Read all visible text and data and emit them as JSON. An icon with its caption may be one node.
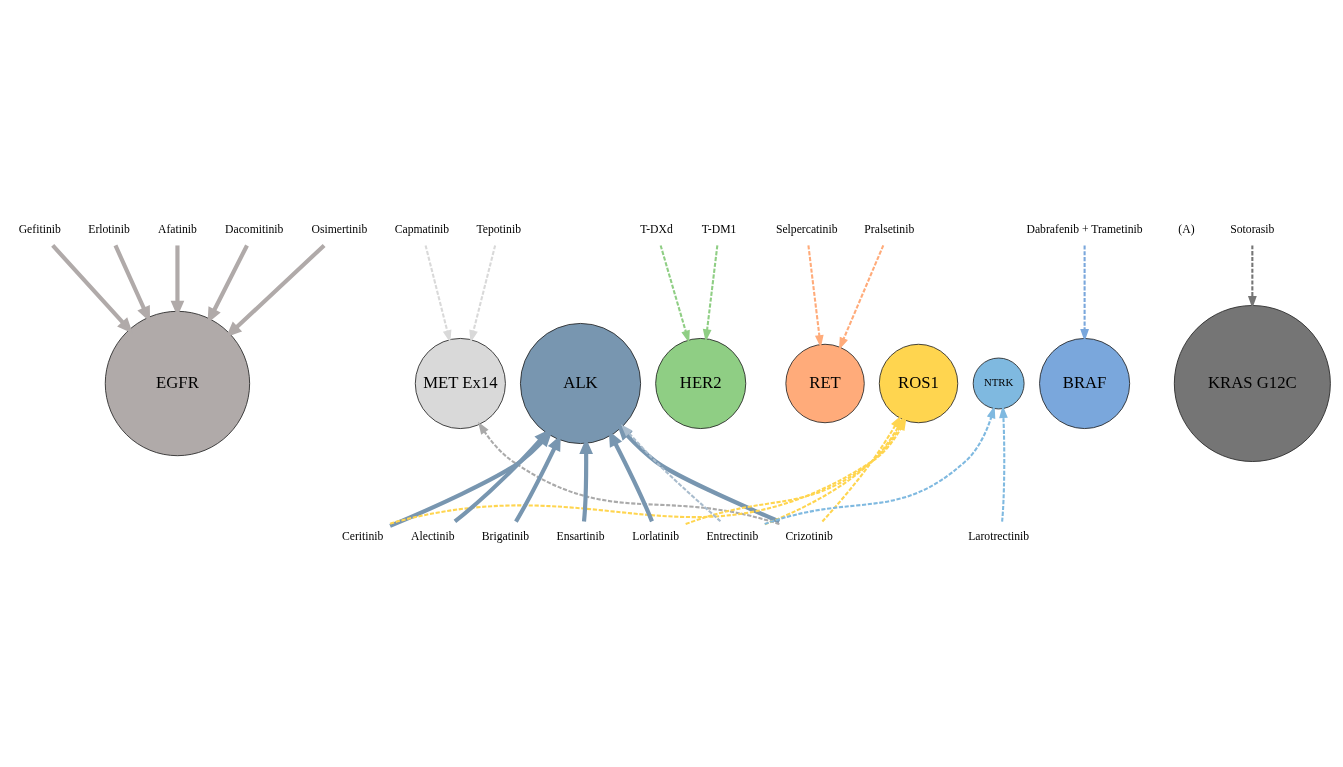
{
  "diagram": {
    "nodes": [
      {
        "text": [
          "Sotorasib"
        ]
      },
      {
        "text": [
          "Gefitinib"
        ]
      },
      {
        "text": [
          "Erlotinib"
        ]
      },
      {
        "text": [
          "Afatinib"
        ]
      },
      {
        "text": [
          "Dacomitinib"
        ]
      },
      {
        "text": [
          "Osimertinib"
        ]
      },
      {
        "text": [
          "Dabrafenib + Trametinib"
        ]
      },
      {
        "text": [
          "Capmatinib"
        ]
      },
      {
        "text": [
          "Tepotinib"
        ]
      },
      {
        "text": [
          "T-DXd"
        ]
      },
      {
        "text": [
          "T-DM1"
        ]
      },
      {
        "text": [
          "Selpercatinib"
        ]
      },
      {
        "text": [
          "Pralsetinib"
        ]
      },
      {
        "text": [
          "KRAS G12C"
        ]
      },
      {
        "text": [
          "EGFR"
        ]
      },
      {
        "text": [
          "ALK"
        ]
      },
      {
        "text": [
          "BRAF"
        ]
      },
      {
        "text": [
          "MET Ex14"
        ]
      },
      {
        "text": [
          "HER2"
        ]
      },
      {
        "text": [
          "ROS1"
        ]
      },
      {
        "text": [
          "RET"
        ]
      },
      {
        "text": [
          "NTRK"
        ]
      },
      {
        "text": [
          "Crizotinib"
        ]
      },
      {
        "text": [
          "Ceritinib"
        ]
      },
      {
        "text": [
          "Alectinib"
        ]
      },
      {
        "text": [
          "Brigatinib"
        ]
      },
      {
        "text": [
          "Ensartinib"
        ]
      },
      {
        "text": [
          "Lorlatinib"
        ]
      },
      {
        "text": [
          "Entrectinib"
        ]
      },
      {
        "text": [
          "Larotrectinib"
        ]
      }
    ],
    "edges": [
      {
        "from": 0,
        "to": 13,
        "arrow": "to",
        "style": "dashed",
        "color": "#757575"
      },
      {
        "from": 1,
        "to": 14,
        "arrow": "to",
        "style": "thick",
        "color": "#b0aaa9"
      },
      {
        "from": 2,
        "to": 14,
        "arrow": "to",
        "style": "thick",
        "color": "#b0aaa9"
      },
      {
        "from": 3,
        "to": 14,
        "arrow": "to",
        "style": "thick",
        "color": "#b0aaa9"
      },
      {
        "from": 4,
        "to": 14,
        "arrow": "to",
        "style": "thick",
        "color": "#b0aaa9"
      },
      {
        "from": 5,
        "to": 14,
        "arrow": "to",
        "style": "thick",
        "color": "#b0aaa9"
      },
      {
        "from": 6,
        "to": 16,
        "arrow": "to",
        "style": "dashed",
        "color": "#7aa7dc"
      },
      {
        "from": 7,
        "to": 17,
        "arrow": "to",
        "style": "dashed",
        "color": "#d9d9d9"
      },
      {
        "from": 8,
        "to": 17,
        "arrow": "to",
        "style": "dashed",
        "color": "#d9d9d9"
      },
      {
        "from": 9,
        "to": 18,
        "arrow": "to",
        "style": "dashed",
        "color": "#8fce84"
      },
      {
        "from": 10,
        "to": 18,
        "arrow": "to",
        "style": "dashed",
        "color": "#8fce84"
      },
      {
        "from": 11,
        "to": 20,
        "arrow": "to",
        "style": "dashed",
        "color": "#ffab7a"
      },
      {
        "from": 12,
        "to": 20,
        "arrow": "to",
        "style": "dashed",
        "color": "#ffab7a"
      },
      {
        "from": 22,
        "to": 15,
        "arrow": "to",
        "style": "thick",
        "color": "#7896b0"
      },
      {
        "from": 23,
        "to": 15,
        "arrow": "to",
        "style": "thick",
        "color": "#7896b0"
      },
      {
        "from": 24,
        "to": 15,
        "arrow": "to",
        "style": "thick",
        "color": "#7896b0"
      },
      {
        "from": 25,
        "to": 15,
        "arrow": "to",
        "style": "thick",
        "color": "#7896b0"
      },
      {
        "from": 26,
        "to": 15,
        "arrow": "to",
        "style": "thick",
        "color": "#7896b0"
      },
      {
        "from": 27,
        "to": 15,
        "arrow": "to",
        "style": "thick",
        "color": "#7896b0"
      },
      {
        "from": 28,
        "to": 15,
        "arrow": "to",
        "style": "dashed",
        "color": "#a9bccd"
      },
      {
        "from": 22,
        "to": 17,
        "arrow": "to",
        "style": "dashed",
        "color": "#aaaaaa"
      },
      {
        "from": 22,
        "to": 19,
        "arrow": "to",
        "style": "dashed",
        "color": "#ffd54f"
      },
      {
        "from": 23,
        "to": 19,
        "arrow": "to",
        "style": "dashed",
        "color": "#ffd54f"
      },
      {
        "from": 27,
        "to": 19,
        "arrow": "to",
        "style": "dashed",
        "color": "#ffd54f"
      },
      {
        "from": 28,
        "to": 19,
        "arrow": "to",
        "style": "dashed",
        "color": "#ffd54f"
      },
      {
        "from": 28,
        "to": 21,
        "arrow": "to",
        "style": "dashed",
        "color": "#7fb9e0"
      },
      {
        "from": 29,
        "to": 21,
        "arrow": "to",
        "style": "dashed",
        "color": "#7fb9e0"
      }
    ],
    "labels": [
      "(A)"
    ]
  }
}
